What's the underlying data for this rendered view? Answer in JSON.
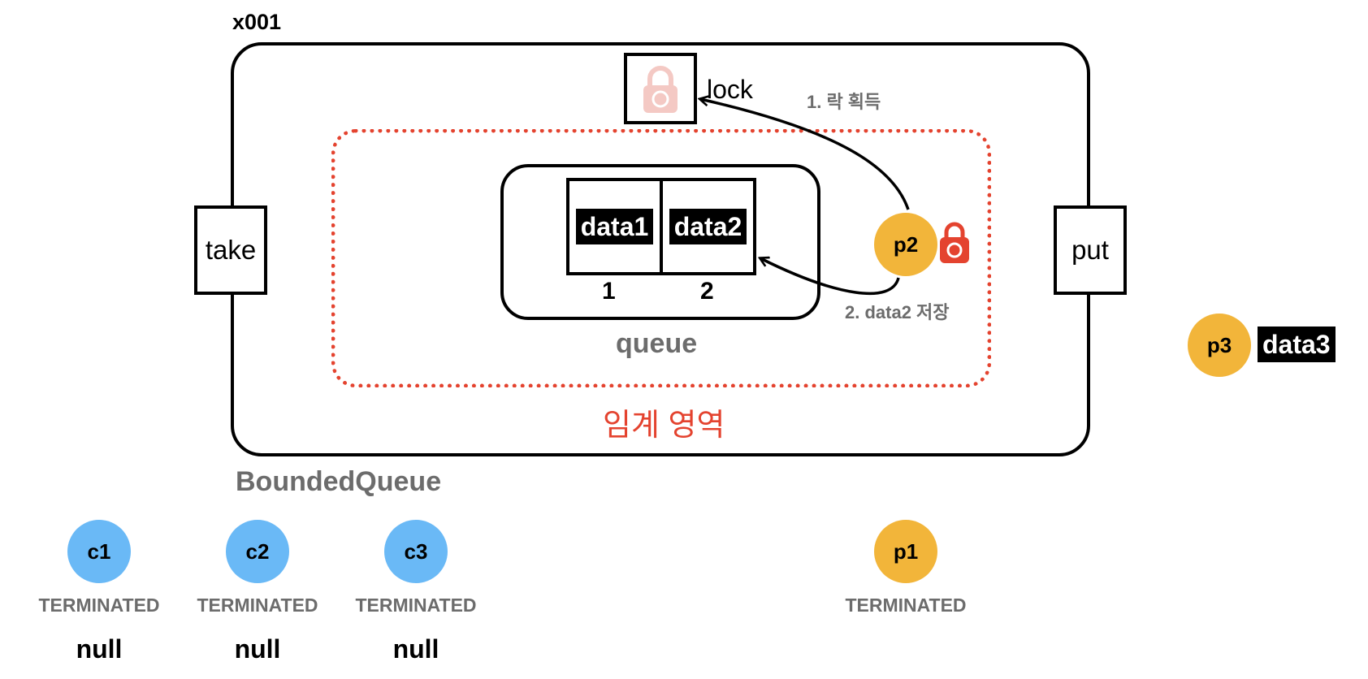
{
  "instance": {
    "label": "x001"
  },
  "bounded_queue": {
    "class_label": "BoundedQueue",
    "critical_section_label": "임계 영역",
    "take_label": "take",
    "put_label": "put",
    "lock": {
      "label": "lock",
      "icon": "lock-icon",
      "state": "unlocked"
    }
  },
  "queue": {
    "label": "queue",
    "slots": [
      {
        "index": "1",
        "value": "data1"
      },
      {
        "index": "2",
        "value": "data2"
      }
    ]
  },
  "steps": {
    "step1": "1. 락 획득",
    "step2": "2. data2 저장"
  },
  "threads": {
    "p2": {
      "name": "p2",
      "holds_lock_icon": "lock-icon"
    },
    "p3": {
      "name": "p3",
      "data": "data3"
    },
    "consumers": [
      {
        "name": "c1",
        "state": "TERMINATED",
        "result": "null"
      },
      {
        "name": "c2",
        "state": "TERMINATED",
        "result": "null"
      },
      {
        "name": "c3",
        "state": "TERMINATED",
        "result": "null"
      }
    ],
    "p1": {
      "name": "p1",
      "state": "TERMINATED"
    }
  },
  "colors": {
    "producer": "#f2b53a",
    "consumer": "#6ab9f6",
    "critical": "#e4432f",
    "lock_faded": "#f4c9c4",
    "lock_active": "#e4432f",
    "label_gray": "#6c6c6c"
  }
}
